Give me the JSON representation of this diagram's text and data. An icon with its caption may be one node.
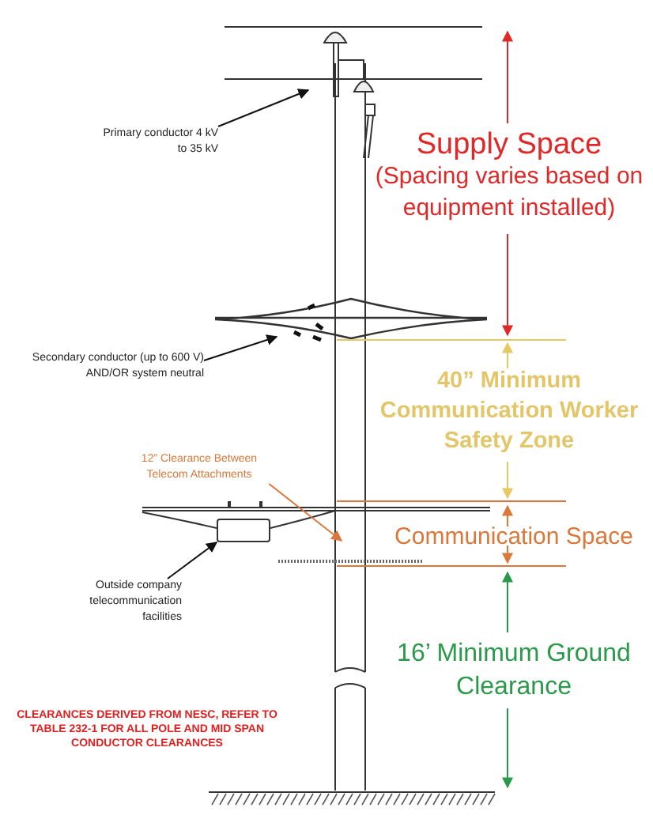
{
  "diagram": {
    "nodes": [
      {
        "text": [
          "Primary conductor 4 kV to 35 kV"
        ]
      },
      {
        "text": [
          "Secondary conductor (up to 600 V) AND/OR system neutral"
        ]
      },
      {
        "text": [
          "12” Clearance Between Telecom Attachments"
        ]
      },
      {
        "text": [],
        "shape": "box"
      },
      {
        "text": [
          "Outside company telecommunication facilities"
        ]
      }
    ],
    "edges": [
      {
        "from": 0,
        "to": null,
        "arrow": "to"
      },
      {
        "from": 1,
        "to": null,
        "arrow": "to"
      },
      {
        "from": 2,
        "to": null,
        "arrow": "to",
        "color": "#d9783a"
      },
      {
        "from": 4,
        "to": 3,
        "arrow": "to"
      }
    ],
    "labels": [
      "Supply Space",
      "(Spacing varies based on equipment installed)",
      "40” Minimum Communication Worker Safety Zone",
      "Communication Space",
      "16’ Minimum Ground Clearance",
      "CLEARANCES DERIVED FROM NESC, REFER TO TABLE 232-1 FOR ALL POLE AND MID SPAN CONDUCTOR CLEARANCES"
    ]
  }
}
